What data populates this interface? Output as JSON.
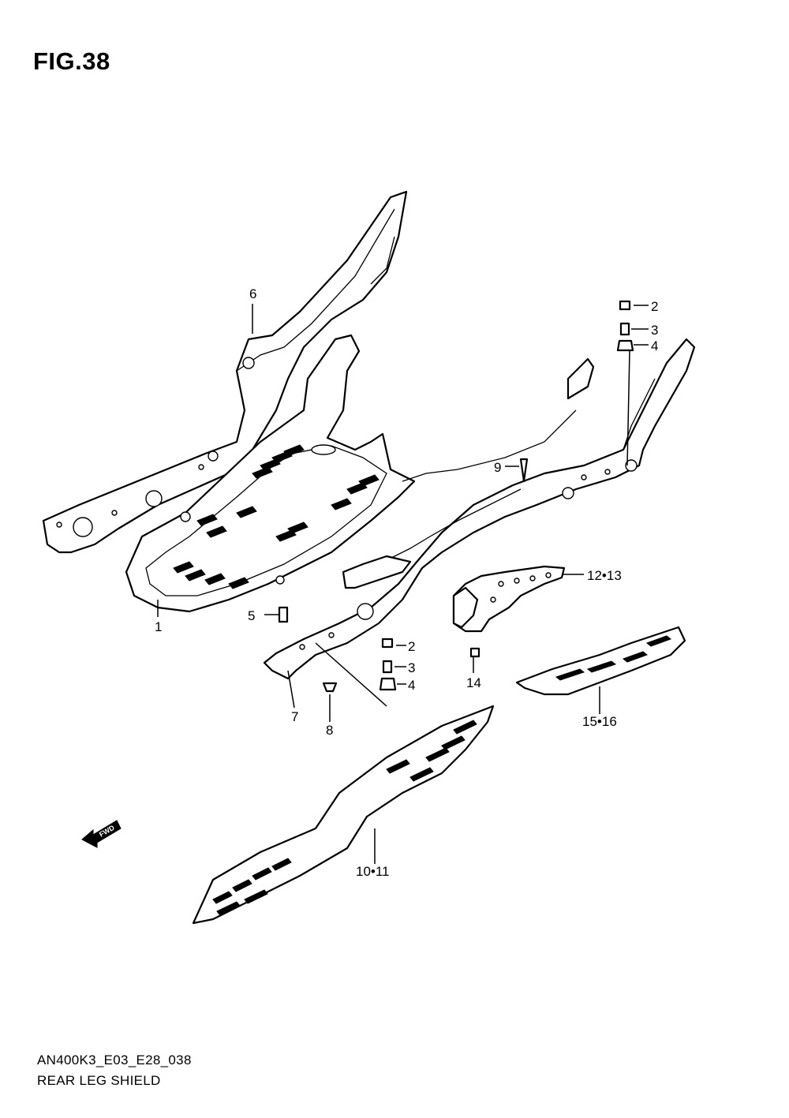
{
  "figure_title": "FIG.38",
  "callouts": [
    {
      "id": "1",
      "text": "1"
    },
    {
      "id": "2a",
      "text": "2"
    },
    {
      "id": "3a",
      "text": "3"
    },
    {
      "id": "4a",
      "text": "4"
    },
    {
      "id": "5",
      "text": "5"
    },
    {
      "id": "6",
      "text": "6"
    },
    {
      "id": "2b",
      "text": "2"
    },
    {
      "id": "3b",
      "text": "3"
    },
    {
      "id": "4b",
      "text": "4"
    },
    {
      "id": "7",
      "text": "7"
    },
    {
      "id": "8",
      "text": "8"
    },
    {
      "id": "9",
      "text": "9"
    },
    {
      "id": "12-13",
      "text": "12•13"
    },
    {
      "id": "14",
      "text": "14"
    },
    {
      "id": "15-16",
      "text": "15•16"
    },
    {
      "id": "10-11",
      "text": "10•11"
    }
  ],
  "fwd_label": "FWD",
  "footer": {
    "model_code": "AN400K3_E03_E28_038",
    "section_name": "REAR LEG SHIELD"
  }
}
